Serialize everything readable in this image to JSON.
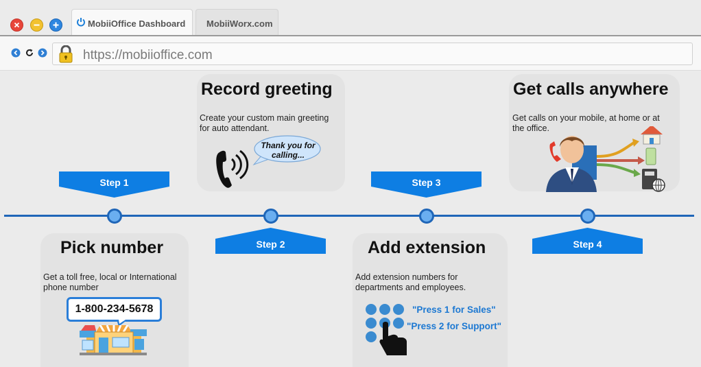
{
  "browser": {
    "tabs": [
      {
        "label": "MobiiOffice Dashboard",
        "active": true
      },
      {
        "label": "MobiiWorx.com",
        "active": false
      }
    ],
    "url": "https://mobiioffice.com"
  },
  "colors": {
    "accent_blue": "#1f66b8",
    "step_blue": "#0e7ee3",
    "node_fill": "#6aaef0",
    "card_bg": "#e3e3e3",
    "link_blue": "#1c78d2"
  },
  "steps": [
    {
      "step_label": "Step 1",
      "title": "Pick number",
      "description": "Get a toll free, local or International phone number",
      "phone_number": "1-800-234-5678",
      "icon": "storefront-icon"
    },
    {
      "step_label": "Step 2",
      "title": "Record greeting",
      "description": "Create your custom main greeting for auto attendant.",
      "bubble": "Thank you for calling...",
      "icon": "phone-ringing-icon"
    },
    {
      "step_label": "Step 3",
      "title": "Add extension",
      "description": "Add extension numbers for departments and employees.",
      "press_lines": [
        "\"Press 1 for Sales\"",
        "\"Press 2 for Support\""
      ],
      "icon": "keypad-icon"
    },
    {
      "step_label": "Step 4",
      "title": "Get calls anywhere",
      "description": "Get calls on your mobile, at home or at the office.",
      "icon": "call-forward-icon"
    }
  ]
}
